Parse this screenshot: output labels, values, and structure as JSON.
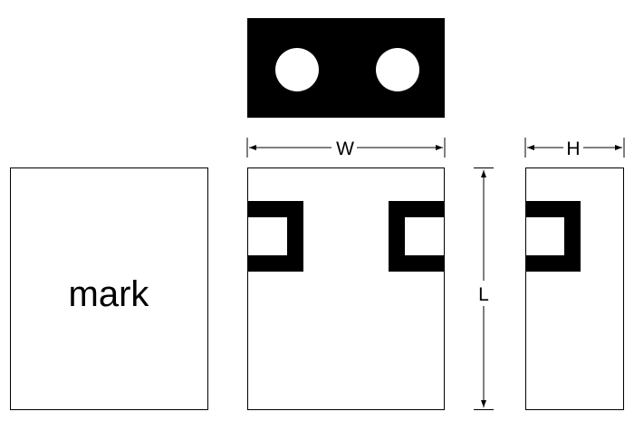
{
  "diagram": {
    "mark_label": "mark",
    "dim_width_label": "W",
    "dim_height_label": "H",
    "dim_length_label": "L"
  },
  "colors": {
    "ink": "#000000",
    "paper": "#ffffff"
  }
}
